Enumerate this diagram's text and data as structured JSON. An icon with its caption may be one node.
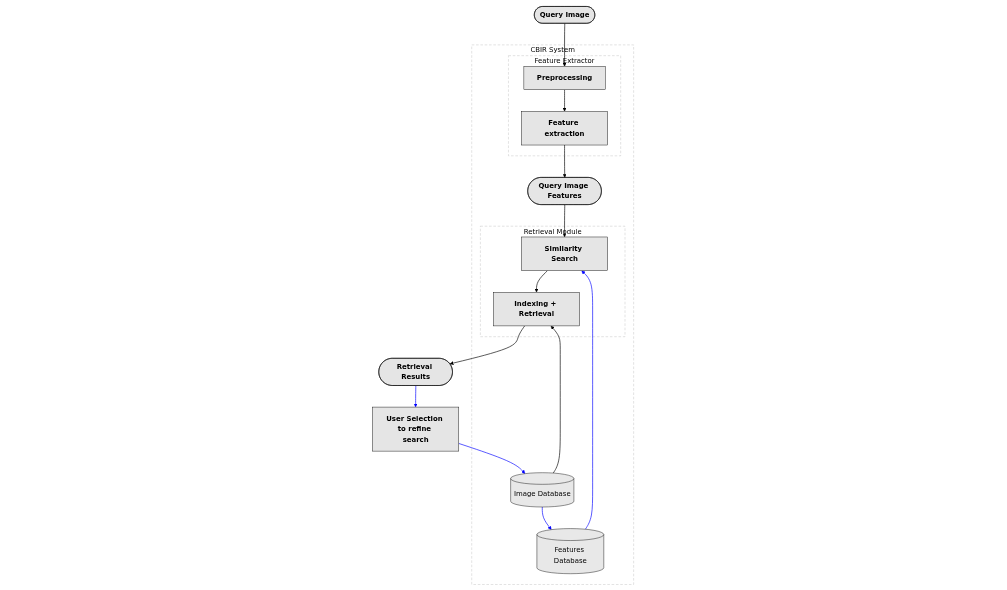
{
  "diagram": {
    "nodes": [
      {
        "text": [
          "CBIR System"
        ]
      },
      {
        "text": [
          "Feature Extractor"
        ],
        "in": 0
      },
      {
        "text": [
          "Query Image"
        ]
      },
      {
        "text": [
          "Preprocessing"
        ],
        "in": 1
      },
      {
        "text": [
          "Feature extraction"
        ],
        "in": 1
      },
      {
        "text": [
          "User Selection to refine search"
        ]
      },
      {
        "text": [
          "Image Database"
        ],
        "in": 0
      },
      {
        "text": [
          "Features Database"
        ],
        "in": 0
      },
      {
        "text": [
          "Query Image Features"
        ],
        "in": 0
      },
      {
        "text": [
          "Retrieval Module"
        ],
        "in": 0
      },
      {
        "text": [
          "Retrieval Results"
        ]
      },
      {
        "text": [
          "Indexing + Retrieval"
        ],
        "in": 9
      },
      {
        "text": [
          "Similarity Search"
        ],
        "in": 9
      }
    ],
    "edges": [
      {
        "from": 2,
        "to": 3,
        "arrow": "to"
      },
      {
        "from": 3,
        "to": 4,
        "arrow": "to"
      },
      {
        "from": 4,
        "to": 8,
        "arrow": "to"
      },
      {
        "from": 5,
        "to": 6,
        "arrow": "to",
        "color": "#0000ff"
      },
      {
        "from": 6,
        "to": 7,
        "arrow": "to",
        "color": "#0000ff"
      },
      {
        "from": 6,
        "to": 11,
        "arrow": "to"
      },
      {
        "from": 7,
        "to": 12,
        "arrow": "to",
        "color": "#0000ff"
      },
      {
        "from": 8,
        "to": 12,
        "arrow": "to"
      },
      {
        "from": 12,
        "to": 11,
        "arrow": "to"
      },
      {
        "from": 11,
        "to": 10,
        "arrow": "to"
      },
      {
        "from": 10,
        "to": 5,
        "arrow": "to",
        "color": "#0000ff"
      }
    ]
  }
}
